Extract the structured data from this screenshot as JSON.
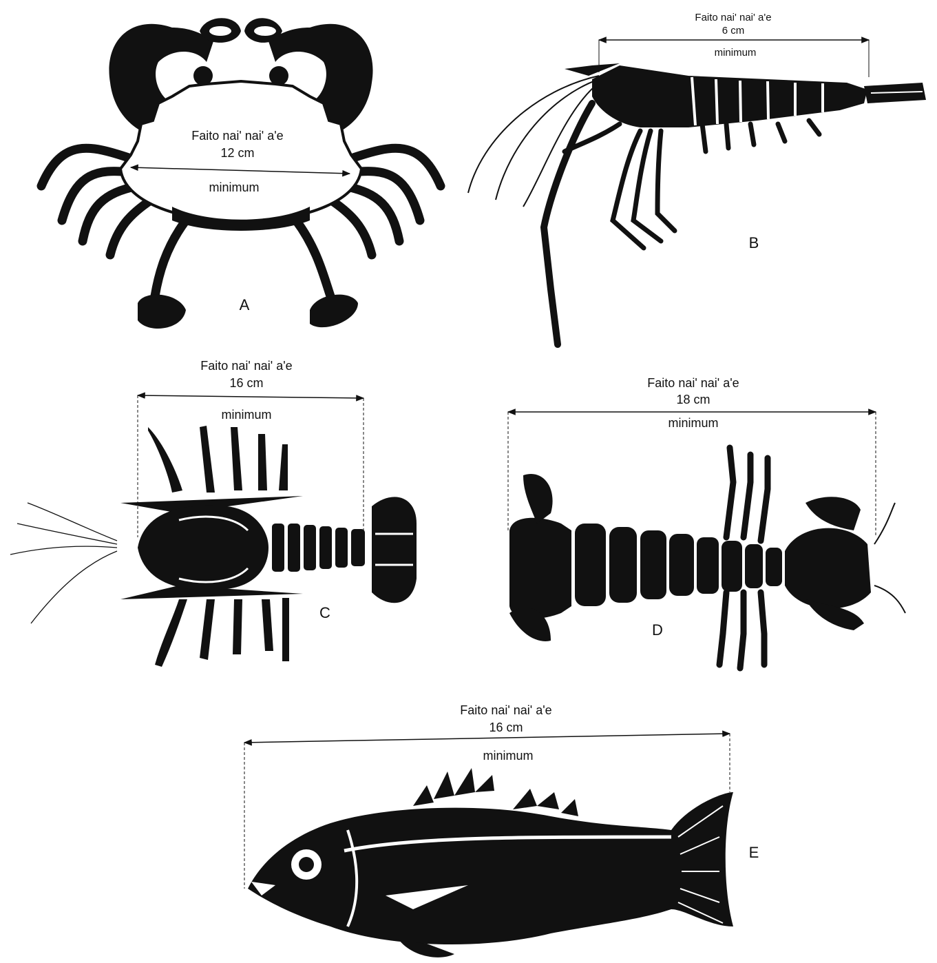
{
  "colors": {
    "ink": "#111111",
    "paper": "#ffffff"
  },
  "panels": [
    {
      "id": "A",
      "animal": "crab",
      "size_label": "Faito nai' nai' a'e",
      "size_value": "12 cm",
      "qualifier": "minimum",
      "letter": "A"
    },
    {
      "id": "B",
      "animal": "shrimp",
      "size_label": "Faito nai' nai' a'e",
      "size_value": "6 cm",
      "qualifier": "minimum",
      "letter": "B"
    },
    {
      "id": "C",
      "animal": "spiny-lobster",
      "size_label": "Faito nai' nai' a'e",
      "size_value": "16 cm",
      "qualifier": "minimum",
      "letter": "C"
    },
    {
      "id": "D",
      "animal": "slipper-lobster",
      "size_label": "Faito nai' nai' a'e",
      "size_value": "18 cm",
      "qualifier": "minimum",
      "letter": "D"
    },
    {
      "id": "E",
      "animal": "fish",
      "size_label": "Faito nai' nai' a'e",
      "size_value": "16 cm",
      "qualifier": "minimum",
      "letter": "E"
    }
  ]
}
